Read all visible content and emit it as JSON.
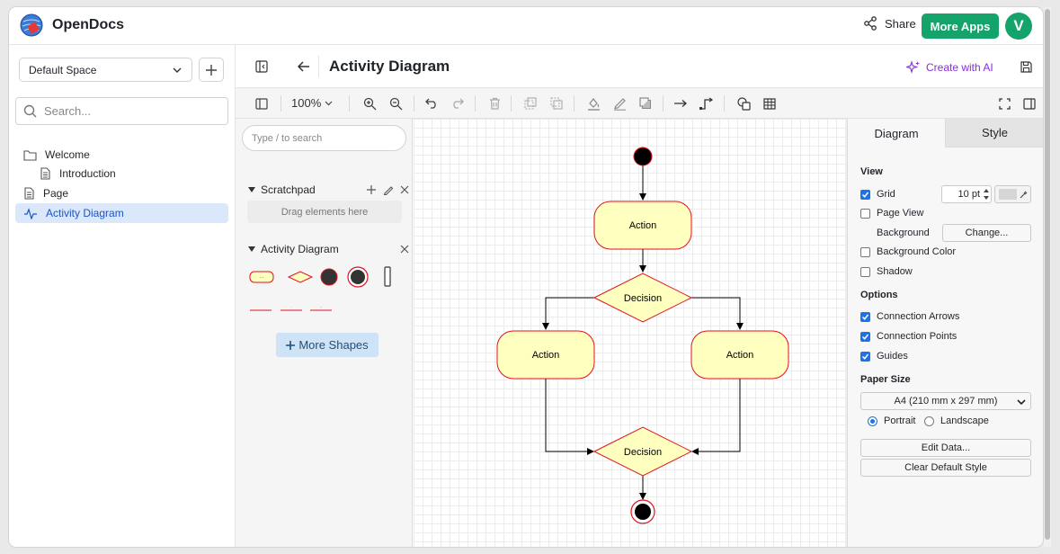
{
  "app": {
    "name": "OpenDocs",
    "share_label": "Share",
    "more_apps_label": "More Apps",
    "avatar_initial": "V",
    "brand_color": "#15a36c"
  },
  "sidebar": {
    "space": "Default Space",
    "search_placeholder": "Search...",
    "items": [
      {
        "label": "Welcome",
        "icon": "folder-icon"
      },
      {
        "label": "Introduction",
        "icon": "document-icon"
      },
      {
        "label": "Page",
        "icon": "document-icon"
      },
      {
        "label": "Activity Diagram",
        "icon": "activity-icon",
        "active": true
      }
    ]
  },
  "document": {
    "title": "Activity Diagram",
    "create_ai_label": "Create with AI",
    "ai_color": "#8a2be2"
  },
  "toolbar": {
    "zoom": "100%"
  },
  "shapes_panel": {
    "search_placeholder": "Type / to search",
    "scratchpad_title": "Scratchpad",
    "scratchpad_hint": "Drag elements here",
    "library_title": "Activity Diagram",
    "more_shapes_label": "More Shapes"
  },
  "diagram": {
    "nodes": [
      {
        "type": "start"
      },
      {
        "type": "action",
        "label": "Action"
      },
      {
        "type": "decision",
        "label": "Decision"
      },
      {
        "type": "action",
        "label": "Action"
      },
      {
        "type": "action",
        "label": "Action"
      },
      {
        "type": "decision",
        "label": "Decision"
      },
      {
        "type": "end"
      }
    ],
    "fill_color": "#ffffc0",
    "stroke_color": "#e0121f"
  },
  "format_panel": {
    "tabs": [
      "Diagram",
      "Style"
    ],
    "view_title": "View",
    "grid_label": "Grid",
    "grid_size": "10 pt",
    "page_view_label": "Page View",
    "background_label": "Background",
    "change_label": "Change...",
    "background_color_label": "Background Color",
    "shadow_label": "Shadow",
    "options_title": "Options",
    "connection_arrows_label": "Connection Arrows",
    "connection_points_label": "Connection Points",
    "guides_label": "Guides",
    "paper_size_title": "Paper Size",
    "paper_size": "A4 (210 mm x 297 mm)",
    "portrait_label": "Portrait",
    "landscape_label": "Landscape",
    "edit_data_label": "Edit Data...",
    "clear_style_label": "Clear Default Style"
  }
}
